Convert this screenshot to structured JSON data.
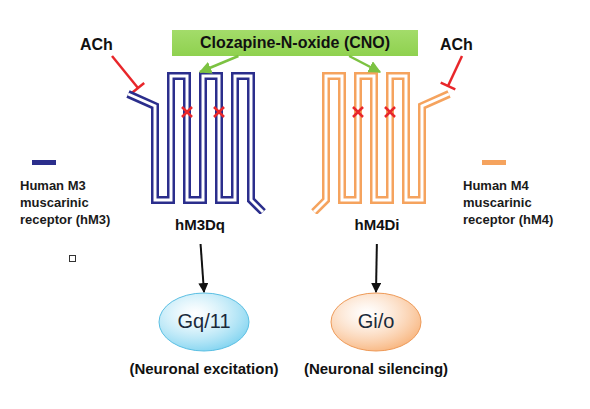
{
  "diagram": {
    "nodes": [
      {
        "text": [
          "Clozapine-N-oxide (CNO)"
        ]
      },
      {
        "text": [
          "hM3Dq"
        ]
      },
      {
        "text": [
          "hM4Di"
        ]
      },
      {
        "text": [
          "Gq/11",
          "(Neuronal excitation)"
        ]
      },
      {
        "text": [
          "Gi/o",
          "(Neuronal silencing)"
        ]
      }
    ],
    "edges": [
      {
        "from": 0,
        "to": 1,
        "arrow": "to"
      },
      {
        "from": 0,
        "to": 2,
        "arrow": "to"
      },
      {
        "from": 1,
        "to": 3,
        "arrow": "to"
      },
      {
        "from": 2,
        "to": 4,
        "arrow": "to"
      }
    ],
    "labels": [
      "ACh",
      "ACh"
    ],
    "legend": [
      {
        "text": "Human M3 muscarinic receptor (hM3)",
        "color": "#2b2e8c"
      },
      {
        "text": "Human M4 muscarinic receptor (hM4)",
        "color": "#f5a35e"
      }
    ]
  }
}
